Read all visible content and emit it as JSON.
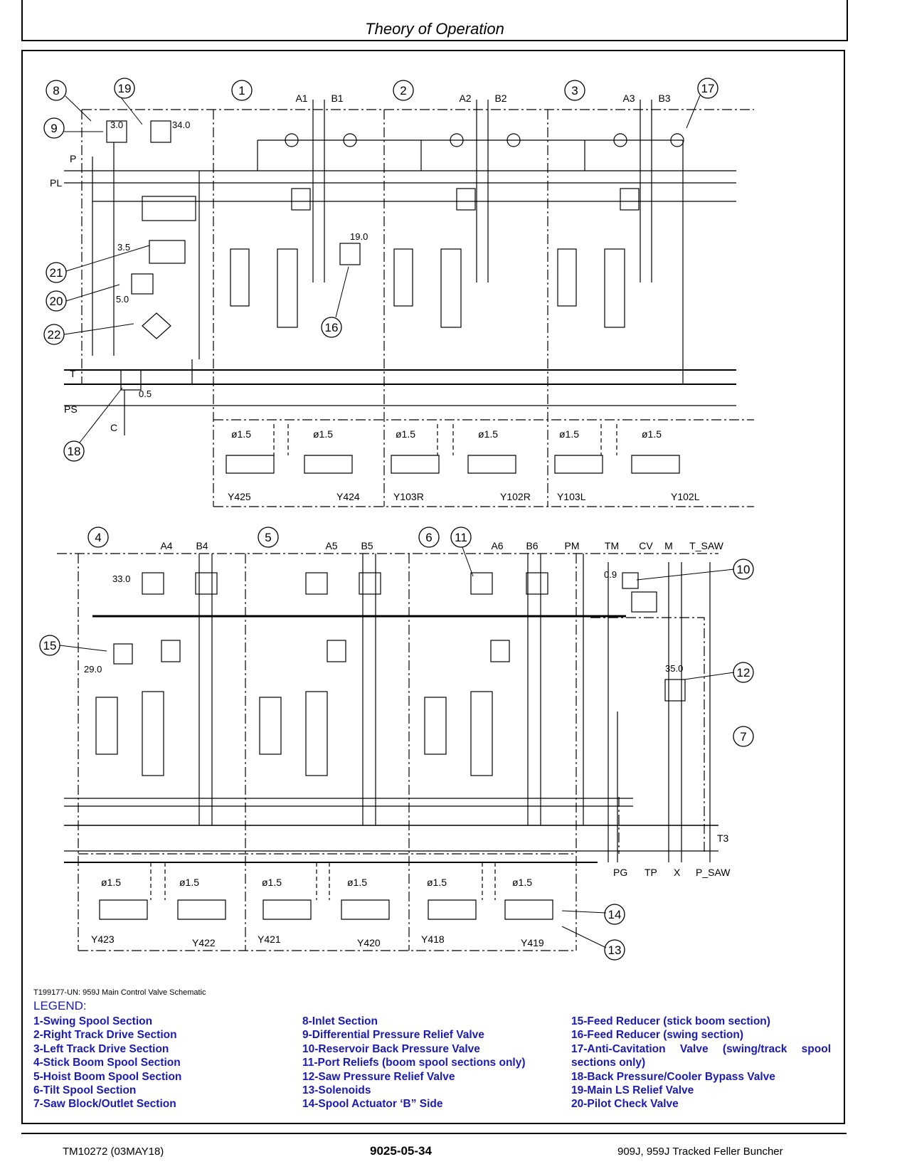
{
  "header": {
    "title": "Theory of Operation"
  },
  "schematic": {
    "callouts": [
      "1",
      "2",
      "3",
      "4",
      "5",
      "6",
      "7",
      "8",
      "9",
      "10",
      "11",
      "12",
      "13",
      "14",
      "15",
      "16",
      "17",
      "18",
      "19",
      "20",
      "21",
      "22"
    ],
    "top_ports": [
      "A1",
      "B1",
      "A2",
      "B2",
      "A3",
      "B3"
    ],
    "bottom_ports": [
      "A4",
      "B4",
      "A5",
      "B5",
      "A6",
      "B6",
      "PM",
      "TM",
      "CV",
      "M",
      "T_SAW"
    ],
    "line_labels": [
      "P",
      "PL",
      "T",
      "PS",
      "C",
      "T3",
      "PG",
      "TP",
      "X",
      "P_SAW"
    ],
    "pressure_values": [
      "3.0",
      "34.0",
      "19.0",
      "3.5",
      "5.0",
      "0.5",
      "33.0",
      "29.0",
      "0.9",
      "35.0"
    ],
    "orifice_label": "ø1.5",
    "solenoids_top": [
      "Y425",
      "Y424",
      "Y103R",
      "Y102R",
      "Y103L",
      "Y102L"
    ],
    "solenoids_bottom": [
      "Y423",
      "Y422",
      "Y421",
      "Y420",
      "Y418",
      "Y419"
    ]
  },
  "caption": "T199177-UN: 959J Main Control Valve Schematic",
  "legend": {
    "title": "LEGEND:",
    "col1": [
      "1-Swing Spool Section",
      "2-Right Track Drive Section",
      "3-Left Track Drive Section",
      "4-Stick Boom Spool Section",
      "5-Hoist Boom Spool Section",
      "6-Tilt Spool Section",
      "7-Saw Block/Outlet Section"
    ],
    "col2": [
      "8-Inlet Section",
      "9-Differential Pressure Relief Valve",
      "10-Reservoir Back Pressure Valve",
      "11-Port Reliefs (boom spool sections only)",
      "12-Saw Pressure Relief Valve",
      "13-Solenoids",
      "14-Spool Actuator ‘B” Side"
    ],
    "col3": [
      "15-Feed Reducer (stick boom section)",
      "16-Feed Reducer (swing section)",
      "17-Anti-Cavitation Valve (swing/track spool sections only)",
      "18-Back Pressure/Cooler Bypass Valve",
      "19-Main LS Relief Valve",
      "20-Pilot Check Valve"
    ]
  },
  "footer": {
    "left": "TM10272 (03MAY18)",
    "center": "9025-05-34",
    "right": "909J, 959J Tracked Feller Buncher"
  }
}
